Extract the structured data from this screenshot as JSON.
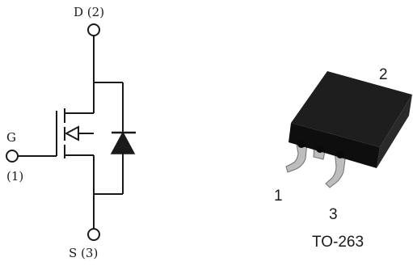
{
  "schematic": {
    "drain_label": "D (2)",
    "gate_letter": "G",
    "gate_number": "(1)",
    "source_label": "S (3)"
  },
  "package": {
    "pin1": "1",
    "pin2": "2",
    "pin3": "3",
    "name": "TO-263"
  },
  "colors": {
    "line": "#1a1a1a",
    "terminal_fill": "#ffffff",
    "package_body": "#151515",
    "package_leads": "#bdbdbd"
  }
}
